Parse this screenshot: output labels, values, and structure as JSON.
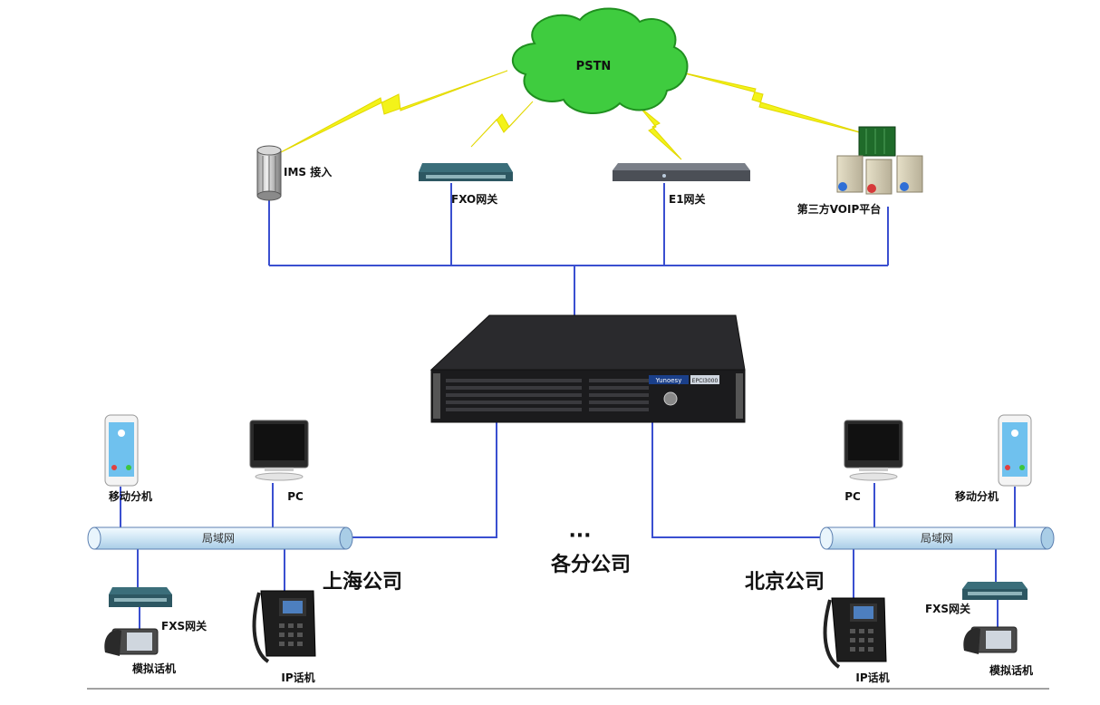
{
  "cloud": {
    "label": "PSTN",
    "color": "#3cc63c"
  },
  "devices": {
    "ims": "IMS 接入",
    "fxo": "FXO网关",
    "e1": "E1网关",
    "voip": "第三方VOIP平台",
    "server_brand": "Yunoesy",
    "server_model": "EPCI3000"
  },
  "shanghai": {
    "office": "上海公司",
    "mobile": "移动分机",
    "pc": "PC",
    "lan": "局域网",
    "fxs": "FXS网关",
    "analog": "模拟话机",
    "ipphone": "IP话机"
  },
  "beijing": {
    "office": "北京公司",
    "mobile": "移动分机",
    "pc": "PC",
    "lan": "局域网",
    "fxs": "FXS网关",
    "analog": "模拟话机",
    "ipphone": "IP话机"
  },
  "branches": {
    "ellipsis": "···",
    "label": "各分公司"
  },
  "colors": {
    "line": "#3a4fd0",
    "lightning": "#f3f31a",
    "lan_pipe": "#d7ecf8"
  }
}
